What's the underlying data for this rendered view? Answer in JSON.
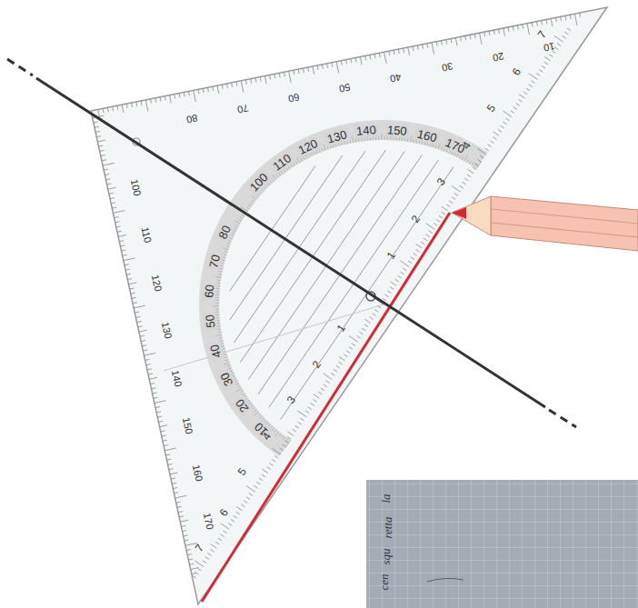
{
  "diagram": {
    "labels": [
      "80",
      "70",
      "60",
      "50",
      "40",
      "30",
      "20",
      "10",
      "100",
      "110",
      "120",
      "130",
      "140",
      "150",
      "160",
      "170",
      "100",
      "110",
      "120",
      "130",
      "140",
      "150",
      "160",
      "170",
      "80",
      "70",
      "60",
      "50",
      "40",
      "30",
      "20",
      "10",
      "1",
      "2",
      "3",
      "4",
      "5",
      "6",
      "7",
      "1",
      "2",
      "3",
      "4",
      "5",
      "6",
      "7",
      "la",
      "retta",
      "squ",
      "cen"
    ]
  }
}
